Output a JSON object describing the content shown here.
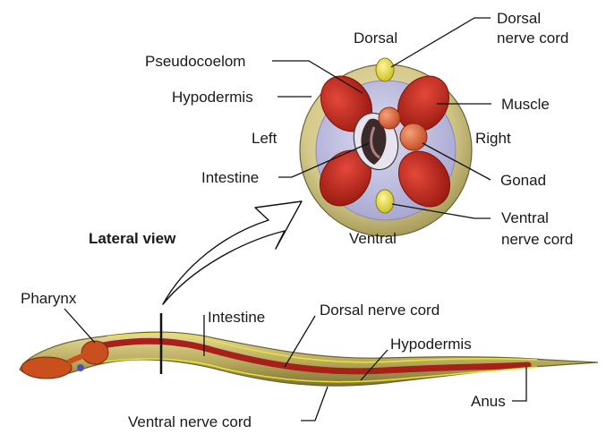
{
  "cross_section": {
    "labels": {
      "dorsal": "Dorsal",
      "dorsal_nerve_cord_1": "Dorsal",
      "dorsal_nerve_cord_2": "nerve cord",
      "pseudocoelom": "Pseudocoelom",
      "hypodermis": "Hypodermis",
      "muscle": "Muscle",
      "left": "Left",
      "right": "Right",
      "intestine": "Intestine",
      "gonad": "Gonad",
      "ventral_nerve_cord_1": "Ventral",
      "ventral_nerve_cord_2": "nerve cord",
      "ventral": "Ventral"
    }
  },
  "lateral": {
    "title": "Lateral view",
    "labels": {
      "pharynx": "Pharynx",
      "intestine": "Intestine",
      "dorsal_nerve_cord": "Dorsal nerve cord",
      "hypodermis": "Hypodermis",
      "anus": "Anus",
      "ventral_nerve_cord": "Ventral nerve cord"
    }
  },
  "colors": {
    "cuticle": "#d8ce8a",
    "pseudocoelom": "#c9c8e6",
    "muscle": "#c8261a",
    "nerve_cord": "#e9e23a",
    "gonad": "#e0673a",
    "intestine_lumen": "#3a2a2a",
    "worm_body": "#b9ad5e",
    "worm_gut": "#a8201a",
    "pharynx": "#c9501e"
  }
}
